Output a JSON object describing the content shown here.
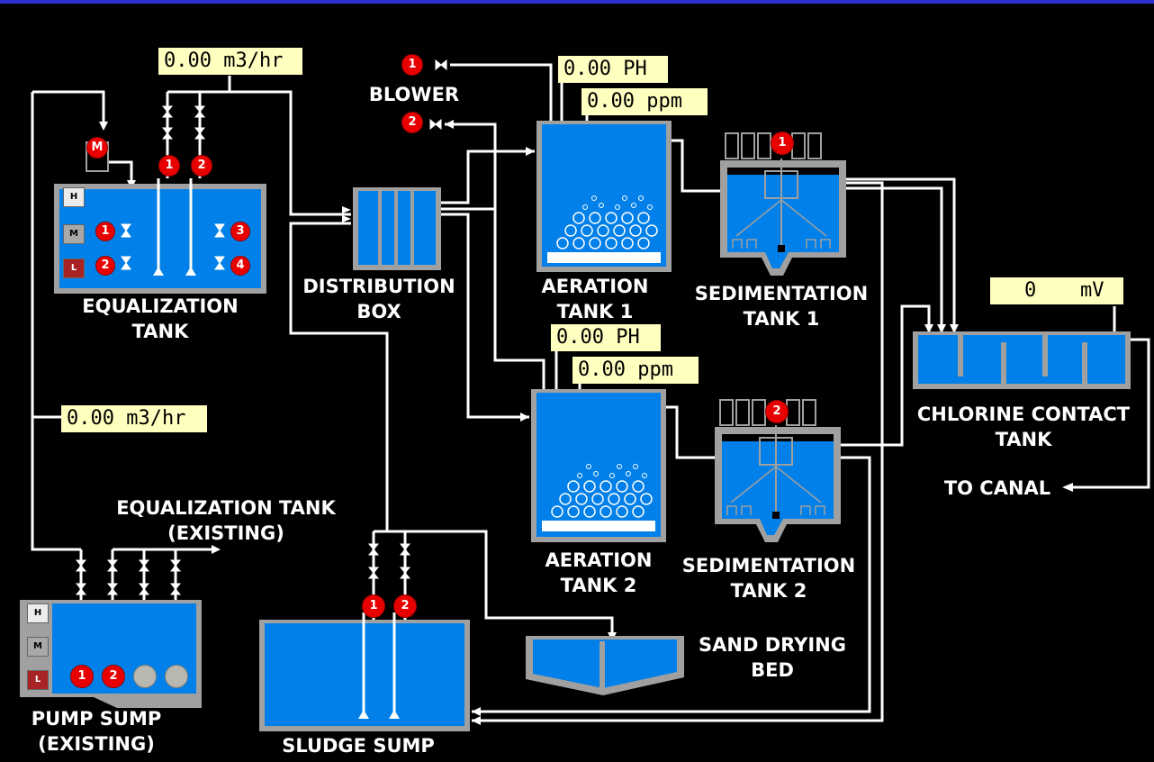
{
  "colors": {
    "background": "#000000",
    "water": "#0080e8",
    "tank_wall": "#a0a0a0",
    "pipe": "#ffffff",
    "pump_on": "#e80000",
    "pump_off": "#b8b8b0",
    "readout_bg": "#ffffc0",
    "title_bar": "#3030d0"
  },
  "labels": {
    "equalization_tank": [
      "EQUALIZATION",
      "TANK"
    ],
    "distribution_box": [
      "DISTRIBUTION",
      "BOX"
    ],
    "aeration_tank_1": [
      "AERATION",
      "TANK 1"
    ],
    "aeration_tank_2": [
      "AERATION",
      "TANK 2"
    ],
    "sedimentation_tank_1": [
      "SEDIMENTATION",
      "TANK 1"
    ],
    "sedimentation_tank_2": [
      "SEDIMENTATION",
      "TANK 2"
    ],
    "chlorine_contact_tank": [
      "CHLORINE CONTACT",
      "TANK"
    ],
    "to_canal": "TO CANAL",
    "blower": "BLOWER",
    "equalization_existing": [
      "EQUALIZATION TANK",
      "(EXISTING)"
    ],
    "pump_sump": [
      "PUMP SUMP",
      "(EXISTING)"
    ],
    "sludge_sump": "SLUDGE SUMP",
    "sand_drying_bed": [
      "SAND DRYING",
      "BED"
    ]
  },
  "readouts": {
    "eq_inlet_flow": "0.00 m3/hr",
    "sump_flow": "0.00 m3/hr",
    "aer1_ph": "0.00 PH",
    "aer1_do": "0.00 ppm",
    "aer2_ph": "0.00 PH",
    "aer2_do": "0.00 ppm",
    "chlorine_orp_value": "0",
    "chlorine_orp_unit": "mV"
  },
  "level_switches": {
    "high": "H",
    "medium": "M",
    "low": "L"
  },
  "motors": {
    "mixer": "M",
    "eq_transfer_1": "1",
    "eq_transfer_2": "2",
    "eq_aerator_1": "1",
    "eq_aerator_2": "2",
    "eq_aerator_3": "3",
    "eq_aerator_4": "4",
    "blower_1": "1",
    "blower_2": "2",
    "sed1_drive": "1",
    "sed2_drive": "2",
    "sump_pump_1": "1",
    "sump_pump_2": "2",
    "sump_pump_3": "",
    "sump_pump_4": "",
    "sludge_pump_1": "1",
    "sludge_pump_2": "2"
  }
}
